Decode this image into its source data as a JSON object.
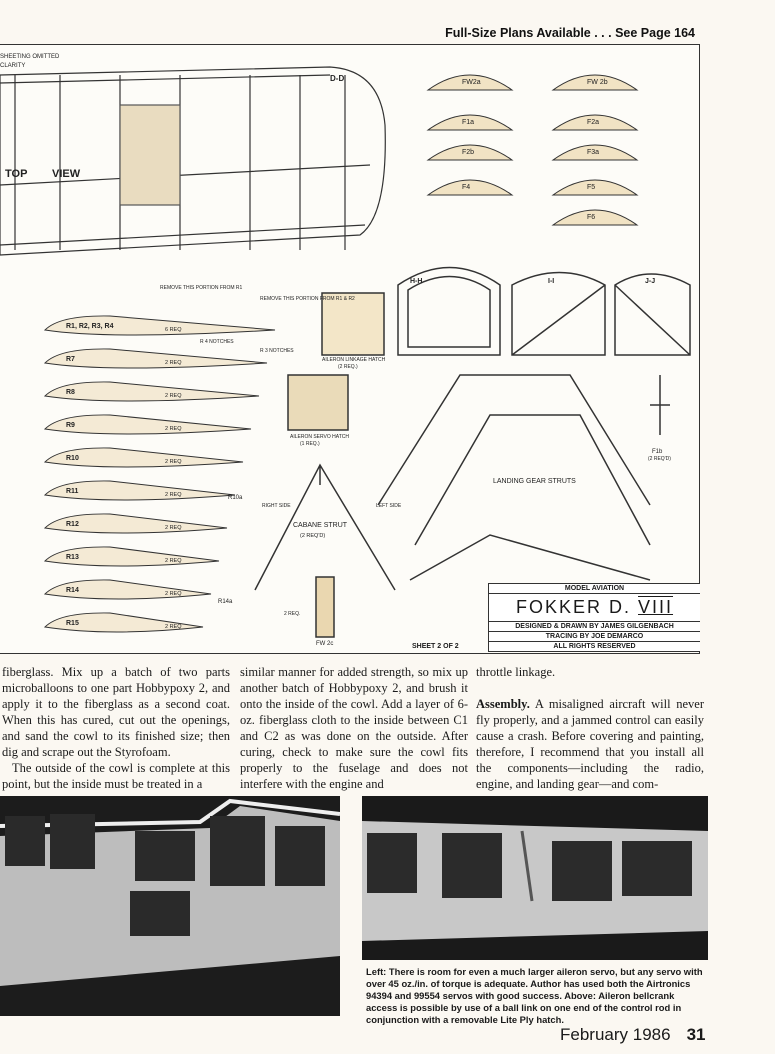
{
  "header": {
    "plans_notice": "Full-Size Plans Available . . . See Page 164"
  },
  "plans": {
    "labels": {
      "top_view": "TOP",
      "view": "VIEW",
      "dd": "D-D",
      "omitted": "SHEETING OMITTED",
      "clarity": "CLARITY",
      "remove_r1": "REMOVE THIS PORTION FROM R1",
      "remove_r1r2": "REMOVE THIS PORTION FROM R1 & R2",
      "r4_notches": "R 4 NOTCHES",
      "r3_notches": "R 3 NOTCHES",
      "aileron_linkage": "AILERON LINKAGE HATCH",
      "aileron_linkage_qty": "(2 REQ.)",
      "aileron_servo": "AILERON SERVO HATCH",
      "aileron_servo_qty": "(1 REQ.)",
      "landing_gear": "LANDING GEAR STRUTS",
      "cabane": "CABANE STRUT",
      "cabane_qty": "(2 REQ'D)",
      "right_side": "RIGHT SIDE",
      "left_side": "LEFT SIDE",
      "f1b": "F1b",
      "f1b_qty": "(2 REQ'D)",
      "fw2c": "FW 2c",
      "two_req": "2 REQ.",
      "hh": "H-H",
      "ii": "I-I",
      "jj": "J-J",
      "r10a": "R10a",
      "r14a": "R14a"
    },
    "formers": [
      "FW2a",
      "FW 2b",
      "F1a",
      "F2a",
      "F2b",
      "F3a",
      "F4",
      "F5",
      "F6"
    ],
    "ribs": [
      {
        "name": "R1, R2, R3, R4",
        "qty": "6 REQ"
      },
      {
        "name": "R7",
        "qty": "2 REQ"
      },
      {
        "name": "R8",
        "qty": "2 REQ"
      },
      {
        "name": "R9",
        "qty": "2 REQ"
      },
      {
        "name": "R10",
        "qty": "2 REQ"
      },
      {
        "name": "R11",
        "qty": "2 REQ"
      },
      {
        "name": "R12",
        "qty": "2 REQ"
      },
      {
        "name": "R13",
        "qty": "2 REQ"
      },
      {
        "name": "R14",
        "qty": "2 REQ"
      },
      {
        "name": "R15",
        "qty": "2 REQ"
      }
    ],
    "sheet": "SHEET 2 OF 2"
  },
  "title_block": {
    "magazine": "MODEL AVIATION",
    "model": "FOKKER D.",
    "model_numeral": "VIII",
    "designer": "DESIGNED & DRAWN BY JAMES GILGENBACH",
    "tracing": "TRACING BY JOE DEMARCO",
    "rights": "ALL RIGHTS RESERVED"
  },
  "article": {
    "col1_p1": "fiberglass. Mix up a batch of two parts microballoons to one part Hobbypoxy 2, and apply it to the fiberglass as a second coat. When this has cured, cut out the openings, and sand the cowl to its finished size; then dig and scrape out the Styrofoam.",
    "col1_p2": "The outside of the cowl is complete at this point, but the inside must be treated in a",
    "col2": "similar manner for added strength, so mix up another batch of Hobbypoxy 2, and brush it onto the inside of the cowl. Add a layer of 6-oz. fiberglass cloth to the inside between C1 and C2 as was done on the outside. After curing, check to make sure the cowl fits properly to the fuselage and does not interfere with the engine and",
    "col3_p1": "throttle linkage.",
    "col3_head": "Assembly.",
    "col3_p2": " A misaligned aircraft will never fly properly, and a jammed control can easily cause a crash. Before covering and painting, therefore, I recommend that you install all the components—including the radio, engine, and landing gear—and com-"
  },
  "caption": "Left: There is room for even a much larger aileron servo, but any servo with over 45 oz./in. of torque is adequate. Author has used both the Airtronics 94394 and 99554 servos with good success. Above: Aileron bellcrank access is possible by use of a ball link on one end of the control rod in conjunction with a removable Lite Ply hatch.",
  "footer": {
    "date": "February 1986",
    "page": "31"
  }
}
